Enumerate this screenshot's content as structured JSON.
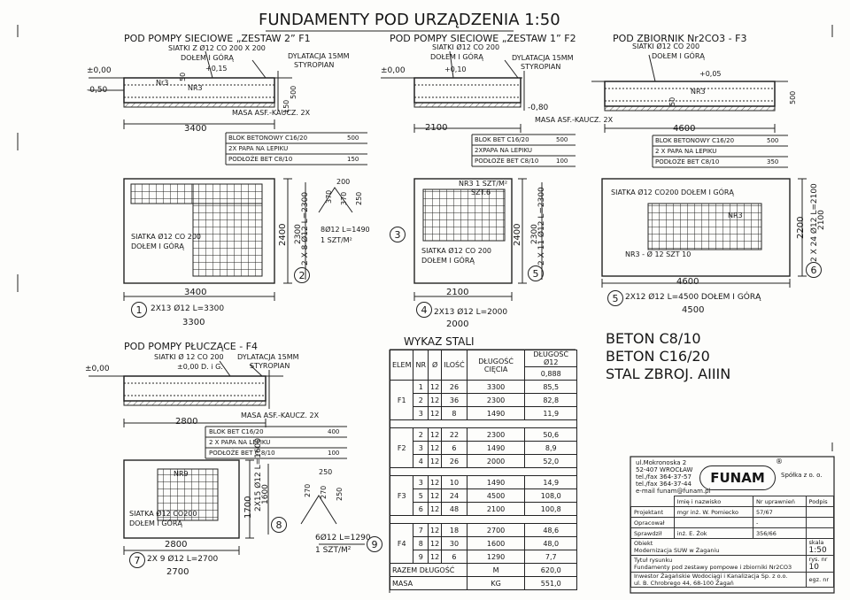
{
  "title": "FUNDAMENTY POD URZĄDZENIA 1:50",
  "f1": {
    "heading": "POD POMPY SIECIOWE „ZESTAW 2” F1",
    "note_mesh": "SIATKI Z Ø12 CO 200 X 200",
    "note_top": "DOŁEM I GÓRĄ",
    "note_dylatacja": "DYLATACJA 15MM",
    "note_styropian": "STYROPIAN",
    "level_000": "±0,00",
    "level_015": "+0,15",
    "level_050": "-0,50",
    "mark_nr3": "Nr3",
    "mark_nr3b": "NR3",
    "dim_50": "50",
    "dim_150": "150",
    "dim_500": "500",
    "dim_3400": "3400",
    "masa": "MASA ASF.-KAUCZ. 2X",
    "layers": [
      {
        "name": "BLOK BETONOWY C16/20",
        "value": "500"
      },
      {
        "name": "2X PAPA NA LEPIKU",
        "value": ""
      },
      {
        "name": "PODŁOŻE BET C8/10",
        "value": "150"
      }
    ]
  },
  "f2": {
    "heading": "POD POMPY SIECIOWE „ZESTAW 1” F2",
    "note_mesh": "SIATKI Ø12 CO 200",
    "note_top": "DOŁEM I GÓRĄ",
    "note_dylatacja": "DYLATACJA 15MM",
    "note_styropian": "STYROPIAN",
    "level_000": "±0,00",
    "level_010": "+0,10",
    "level_080": "-0,80",
    "dim_2100": "2100",
    "masa": "MASA ASF.-KAUCZ. 2X",
    "layers": [
      {
        "name": "BLOK BET C16/20",
        "value": "500"
      },
      {
        "name": "2XPAPA NA LEPIKU",
        "value": ""
      },
      {
        "name": "PODŁOŻE BET C8/10",
        "value": "100"
      }
    ]
  },
  "f3": {
    "heading": "POD ZBIORNIK Nr2CO3 - F3",
    "note_mesh": "SIATKI Ø12 CO 200",
    "note_top": "DOŁEM I GÓRĄ",
    "level_005": "+0,05",
    "mark_nr3": "NR3",
    "dim_4600": "4600",
    "dim_500": "500",
    "dim_50": "50",
    "layers": [
      {
        "name": "BLOK BETONOWY C16/20",
        "value": "500"
      },
      {
        "name": "2 X PAPA NA LEPIKU",
        "value": ""
      },
      {
        "name": "PODŁOŻE BET C8/10",
        "value": "350"
      }
    ]
  },
  "plan1": {
    "mesh": "SIATKA Ø12 CO 200",
    "top": "DOŁEM I GÓRĄ",
    "dim_w": "3400",
    "dim_w2": "3300",
    "dim_h": "2400",
    "dim_h2": "2300",
    "bar_side": "2 X 8 Ø12 L=2300",
    "bar_bottom": "2X13 Ø12 L=3300",
    "num": "1",
    "num_side": "2"
  },
  "plan3": {
    "num": "3",
    "bar": "8Ø12 L=1490",
    "per": "1 SZT/M²",
    "dims": [
      "200",
      "370",
      "370",
      "250"
    ]
  },
  "plan2": {
    "mesh": "SIATKA Ø12 CO 200",
    "top": "DOŁEM I GÓRĄ",
    "nr3": "NR3 1 SZT/M²",
    "szt": "SZT.6",
    "dim_w": "2100",
    "dim_w2": "2000",
    "dim_h": "2400",
    "dim_h2": "2300",
    "bar_side": "2 X 11 Ø12 L=2300",
    "bar_bottom": "2X13 Ø12 L=2000",
    "num": "4",
    "num_side": "5"
  },
  "plan3big": {
    "mesh": "SIATKA Ø12 CO200 DOŁEM I GÓRĄ",
    "nr3": "NR3",
    "nr3b": "NR3 - Ø 12 SZT 10",
    "dim_w": "4600",
    "dim_w2": "4500",
    "dim_h": "2200",
    "dim_h2": "2100",
    "bar_side": "2 X 24 Ø12 L=2100",
    "bar_bottom": "2X12 Ø12 L=4500 DOŁEM I GÓRĄ",
    "num": "5",
    "num_side": "6"
  },
  "f4": {
    "heading": "POD POMPY PŁUCZĄCE - F4",
    "note_mesh": "SIATKI Ø 12 CO 200",
    "note_top": "±0,00 D. i G.",
    "note_dylatacja": "DYLATACJA 15MM",
    "note_styropian": "STYROPIAN",
    "level_000": "±0,00",
    "dim_2800": "2800",
    "dim_400": "400",
    "dim_100": "100",
    "masa": "MASA ASF.-KAUCZ. 2X",
    "layers": [
      {
        "name": "BLOK BET C16/20",
        "value": "400"
      },
      {
        "name": "2 X PAPA NA LEPIKU",
        "value": ""
      },
      {
        "name": "PODŁOŻE BET C 8/10",
        "value": "100"
      }
    ]
  },
  "plan4": {
    "mesh": "SIATKA Ø12 CO200",
    "top": "DOŁEM I GÓRĄ",
    "nr9": "NR9",
    "dim_w": "2800",
    "dim_w2": "2700",
    "dim_h": "1700",
    "dim_h2": "1600",
    "bar_side": "2X15 Ø12 L=1600",
    "bar_bottom": "2X 9 Ø12 L=2700",
    "num": "7",
    "num_side": "8",
    "num_hook": "9",
    "hook_bar": "6Ø12 L=1290",
    "hook_per": "1 SZT/M²",
    "hook_dims": [
      "250",
      "270",
      "270",
      "250"
    ]
  },
  "concrete": [
    "BETON C8/10",
    "BETON C16/20",
    "STAL ZBROJ. AIIIN"
  ],
  "wykaz": {
    "title": "WYKAZ STALI",
    "head": [
      "ELEM",
      "NR",
      "Ø",
      "ILOŚĆ",
      "DŁUGOŚĆ CIĘCIA",
      "DŁUGOŚĆ Ø12"
    ],
    "unit": "0,888",
    "groups": [
      {
        "elem": "F1",
        "rows": [
          [
            "1",
            "12",
            "26",
            "3300",
            "85,5"
          ],
          [
            "2",
            "12",
            "36",
            "2300",
            "82,8"
          ],
          [
            "3",
            "12",
            "8",
            "1490",
            "11,9"
          ]
        ]
      },
      {
        "elem": "F2",
        "rows": [
          [
            "2",
            "12",
            "22",
            "2300",
            "50,6"
          ],
          [
            "3",
            "12",
            "6",
            "1490",
            "8,9"
          ],
          [
            "4",
            "12",
            "26",
            "2000",
            "52,0"
          ]
        ]
      },
      {
        "elem": "F3",
        "rows": [
          [
            "3",
            "12",
            "10",
            "1490",
            "14,9"
          ],
          [
            "5",
            "12",
            "24",
            "4500",
            "108,0"
          ],
          [
            "6",
            "12",
            "48",
            "2100",
            "100,8"
          ]
        ]
      },
      {
        "elem": "F4",
        "rows": [
          [
            "7",
            "12",
            "18",
            "2700",
            "48,6"
          ],
          [
            "8",
            "12",
            "30",
            "1600",
            "48,0"
          ],
          [
            "9",
            "12",
            "6",
            "1290",
            "7,7"
          ]
        ]
      }
    ],
    "sum_label": "RAZEM DŁUGOŚĆ",
    "sum_unit": "M",
    "sum_value": "620,0",
    "mass_label": "MASA",
    "mass_unit": "KG",
    "mass_value": "551,0"
  },
  "titleblock": {
    "company_addr": [
      "ul.Mokronoska 2",
      "52-407 WROCŁAW",
      "tel./fax 364-37-57",
      "tel./fax 364-37-44",
      "e-mail funam@funam.pl"
    ],
    "logo": "FUNAM",
    "reg": "®",
    "company_type": "Spółka z o. o.",
    "col_headers": [
      "Imię i nazwisko",
      "Nr uprawnień",
      "Podpis"
    ],
    "projektant_label": "Projektant",
    "projektant": "mgr inż. W. Pomiecko",
    "projektant_nr": "57/67",
    "opracowal_label": "Opracował",
    "opracowal_nr": "-",
    "sprawdzil_label": "Sprawdził",
    "sprawdzil": "inż. E. Żok",
    "sprawdzil_nr": "356/66",
    "obiekt_label": "Obiekt",
    "obiekt": "Modernizacja SUW w Żaganiu",
    "skala_label": "skala",
    "skala": "1:50",
    "tytul_label": "Tytuł rysunku",
    "tytul": "Fundamenty pod zestawy pompowe i zbiorniki Nr2CO3",
    "rys_label": "rys. nr",
    "rys": "10",
    "inwestor_label": "Inwestor",
    "inwestor": "Żagańskie Wodociągi i Kanalizacja Sp. z o.o.",
    "inwestor_addr": "ul. B. Chrobrego 44, 68-100 Żagań",
    "egz_label": "egz. nr"
  }
}
